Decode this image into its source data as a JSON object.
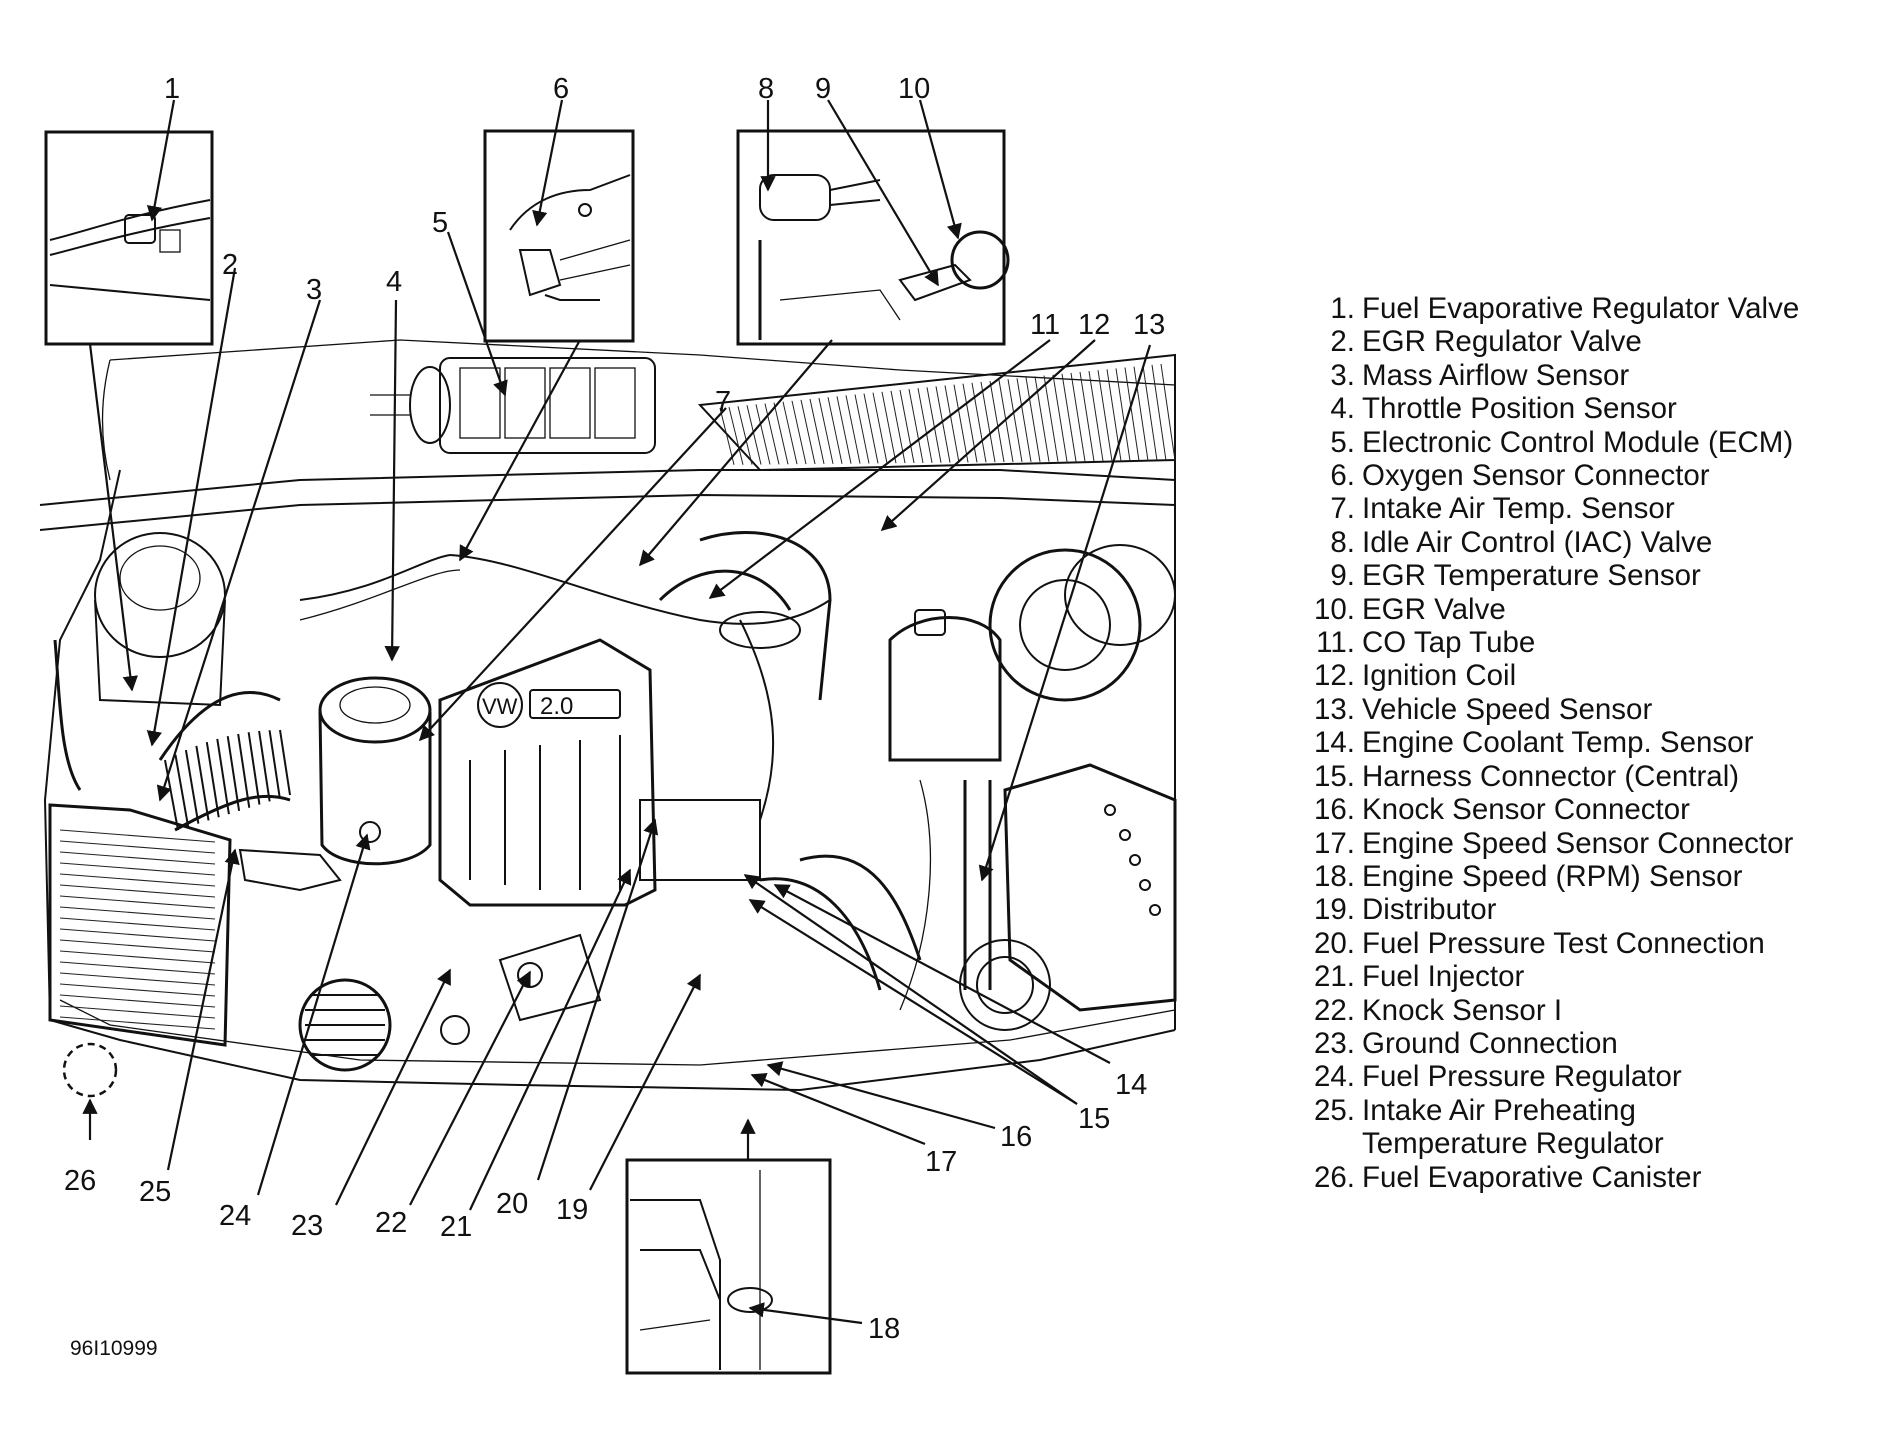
{
  "figure_code": "96I10999",
  "callouts": [
    "1",
    "2",
    "3",
    "4",
    "5",
    "6",
    "7",
    "8",
    "9",
    "10",
    "11",
    "12",
    "13",
    "14",
    "15",
    "16",
    "17",
    "18",
    "19",
    "20",
    "21",
    "22",
    "23",
    "24",
    "25",
    "26"
  ],
  "legend": [
    {
      "num": "1.",
      "lines": [
        "Fuel Evaporative Regulator Valve"
      ]
    },
    {
      "num": "2.",
      "lines": [
        "EGR Regulator Valve"
      ]
    },
    {
      "num": "3.",
      "lines": [
        "Mass Airflow Sensor"
      ]
    },
    {
      "num": "4.",
      "lines": [
        "Throttle Position Sensor"
      ]
    },
    {
      "num": "5.",
      "lines": [
        "Electronic Control Module (ECM)"
      ]
    },
    {
      "num": "6.",
      "lines": [
        "Oxygen Sensor Connector"
      ]
    },
    {
      "num": "7.",
      "lines": [
        "Intake Air Temp. Sensor"
      ]
    },
    {
      "num": "8.",
      "lines": [
        "Idle Air Control (IAC) Valve"
      ]
    },
    {
      "num": "9.",
      "lines": [
        "EGR Temperature Sensor"
      ]
    },
    {
      "num": "10.",
      "lines": [
        "EGR Valve"
      ]
    },
    {
      "num": "11.",
      "lines": [
        "CO Tap Tube"
      ]
    },
    {
      "num": "12.",
      "lines": [
        "Ignition Coil"
      ]
    },
    {
      "num": "13.",
      "lines": [
        "Vehicle Speed Sensor"
      ]
    },
    {
      "num": "14.",
      "lines": [
        "Engine Coolant Temp. Sensor"
      ]
    },
    {
      "num": "15.",
      "lines": [
        "Harness Connector (Central)"
      ]
    },
    {
      "num": "16.",
      "lines": [
        "Knock Sensor Connector"
      ]
    },
    {
      "num": "17.",
      "lines": [
        "Engine Speed Sensor Connector"
      ]
    },
    {
      "num": "18.",
      "lines": [
        "Engine Speed (RPM) Sensor"
      ]
    },
    {
      "num": "19.",
      "lines": [
        "Distributor"
      ]
    },
    {
      "num": "20.",
      "lines": [
        "Fuel Pressure Test Connection"
      ]
    },
    {
      "num": "21.",
      "lines": [
        "Fuel Injector"
      ]
    },
    {
      "num": "22.",
      "lines": [
        "Knock Sensor I"
      ]
    },
    {
      "num": "23.",
      "lines": [
        "Ground Connection"
      ]
    },
    {
      "num": "24.",
      "lines": [
        "Fuel Pressure Regulator"
      ]
    },
    {
      "num": "25.",
      "lines": [
        "Intake Air Preheating",
        "Temperature Regulator"
      ]
    },
    {
      "num": "26.",
      "lines": [
        "Fuel Evaporative Canister"
      ]
    }
  ]
}
